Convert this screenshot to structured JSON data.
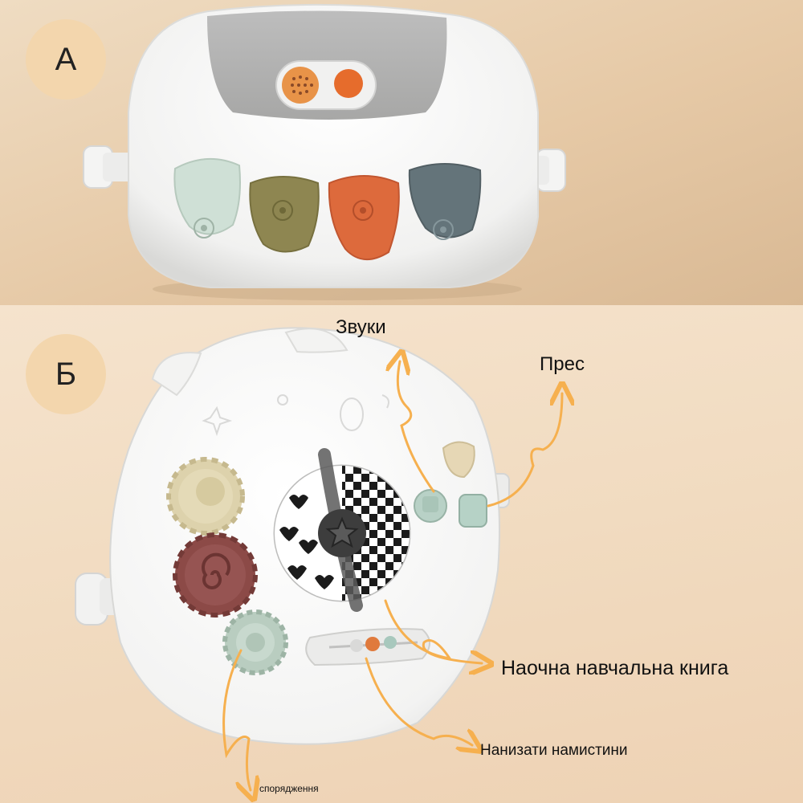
{
  "panels": {
    "top": {
      "badge": "А"
    },
    "bottom": {
      "badge": "Б",
      "callouts": {
        "sounds": "Звуки",
        "press": "Прес",
        "book": "Наочна навчальна книга",
        "beads": "Нанизати намистини",
        "gear": "спорядження"
      }
    }
  },
  "colors": {
    "arrow": "#f6b04f",
    "body_white": "#f7f7f6",
    "key_mint": "#c9dcd0",
    "key_olive": "#8e8651",
    "key_orange": "#dd6a3c",
    "key_slate": "#64747a",
    "gear_cream": "#ddd2ac",
    "gear_maroon": "#8c4a47",
    "gear_sage": "#b9cdc0"
  }
}
